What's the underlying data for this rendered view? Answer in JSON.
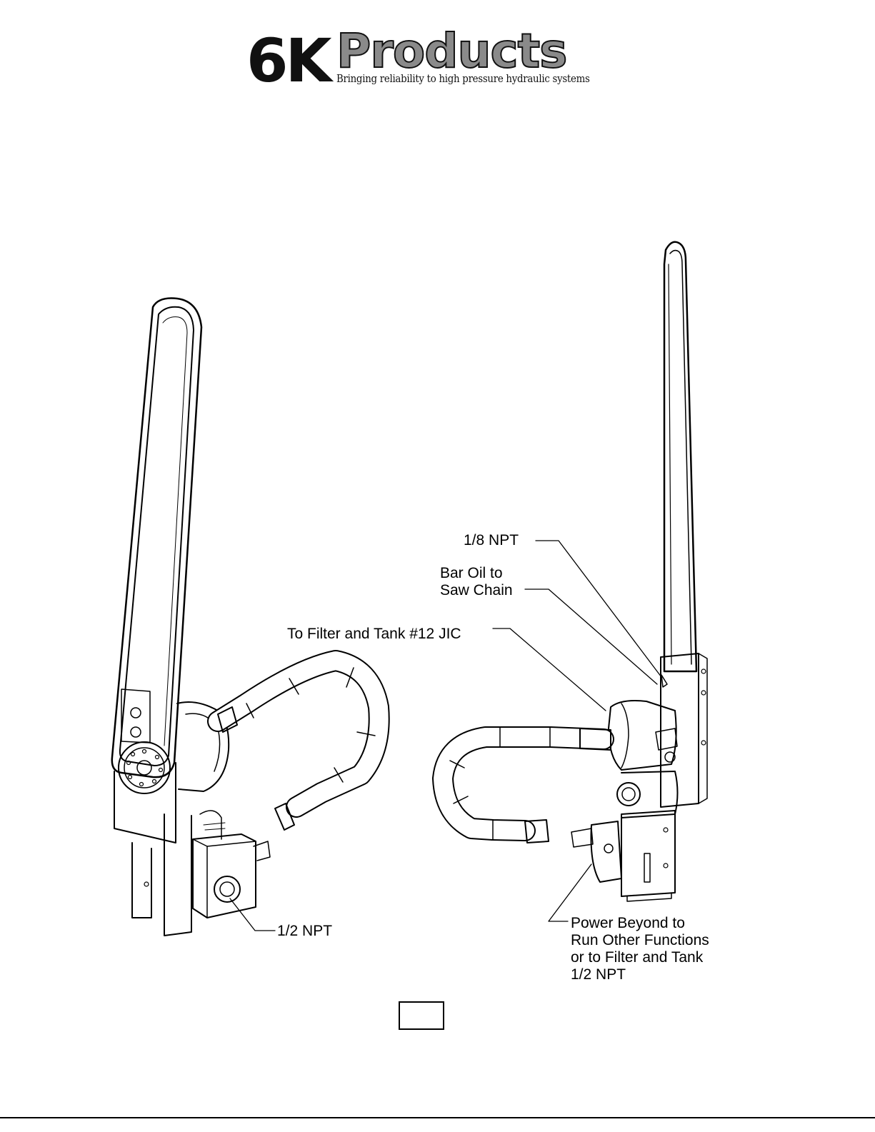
{
  "logo": {
    "mark": "6K",
    "name": "Products",
    "tagline": "Bringing reliability to high pressure hydraulic systems"
  },
  "callouts": {
    "left_npt": "1/2 NPT",
    "top_npt": "1/8 NPT",
    "bar_oil_line1": "Bar Oil to",
    "bar_oil_line2": "Saw Chain",
    "filter_tank": "To Filter and Tank #12 JIC",
    "power_line1": "Power Beyond to",
    "power_line2": "Run Other Functions",
    "power_line3": "or to Filter and Tank",
    "power_line4": "1/2 NPT"
  },
  "page_number": ""
}
